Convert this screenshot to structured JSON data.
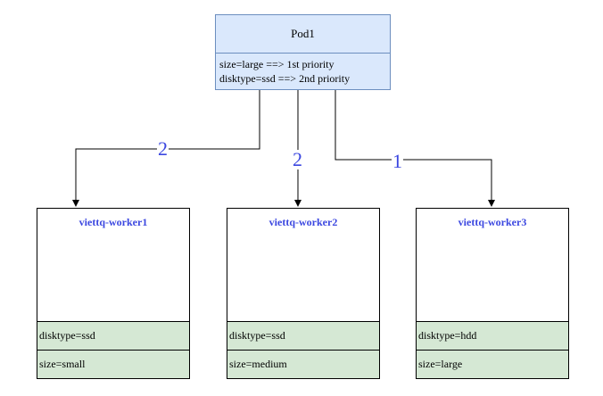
{
  "colors": {
    "pod_fill": "#dae8fc",
    "pod_stroke": "#6c8ebf",
    "attr_fill": "#d5e8d4",
    "worker_title": "#3b47e0",
    "edge_label": "#3b47e0"
  },
  "pod": {
    "title": "Pod1",
    "rules": [
      "size=large ==> 1st priority",
      "disktype=ssd ==> 2nd priority"
    ]
  },
  "workers": [
    {
      "name": "viettq-worker1",
      "disktype": "disktype=ssd",
      "size": "size=small"
    },
    {
      "name": "viettq-worker2",
      "disktype": "disktype=ssd",
      "size": "size=medium"
    },
    {
      "name": "viettq-worker3",
      "disktype": "disktype=hdd",
      "size": "size=large"
    }
  ],
  "edges": [
    {
      "target": "viettq-worker1",
      "label": "2"
    },
    {
      "target": "viettq-worker2",
      "label": "2"
    },
    {
      "target": "viettq-worker3",
      "label": "1"
    }
  ]
}
